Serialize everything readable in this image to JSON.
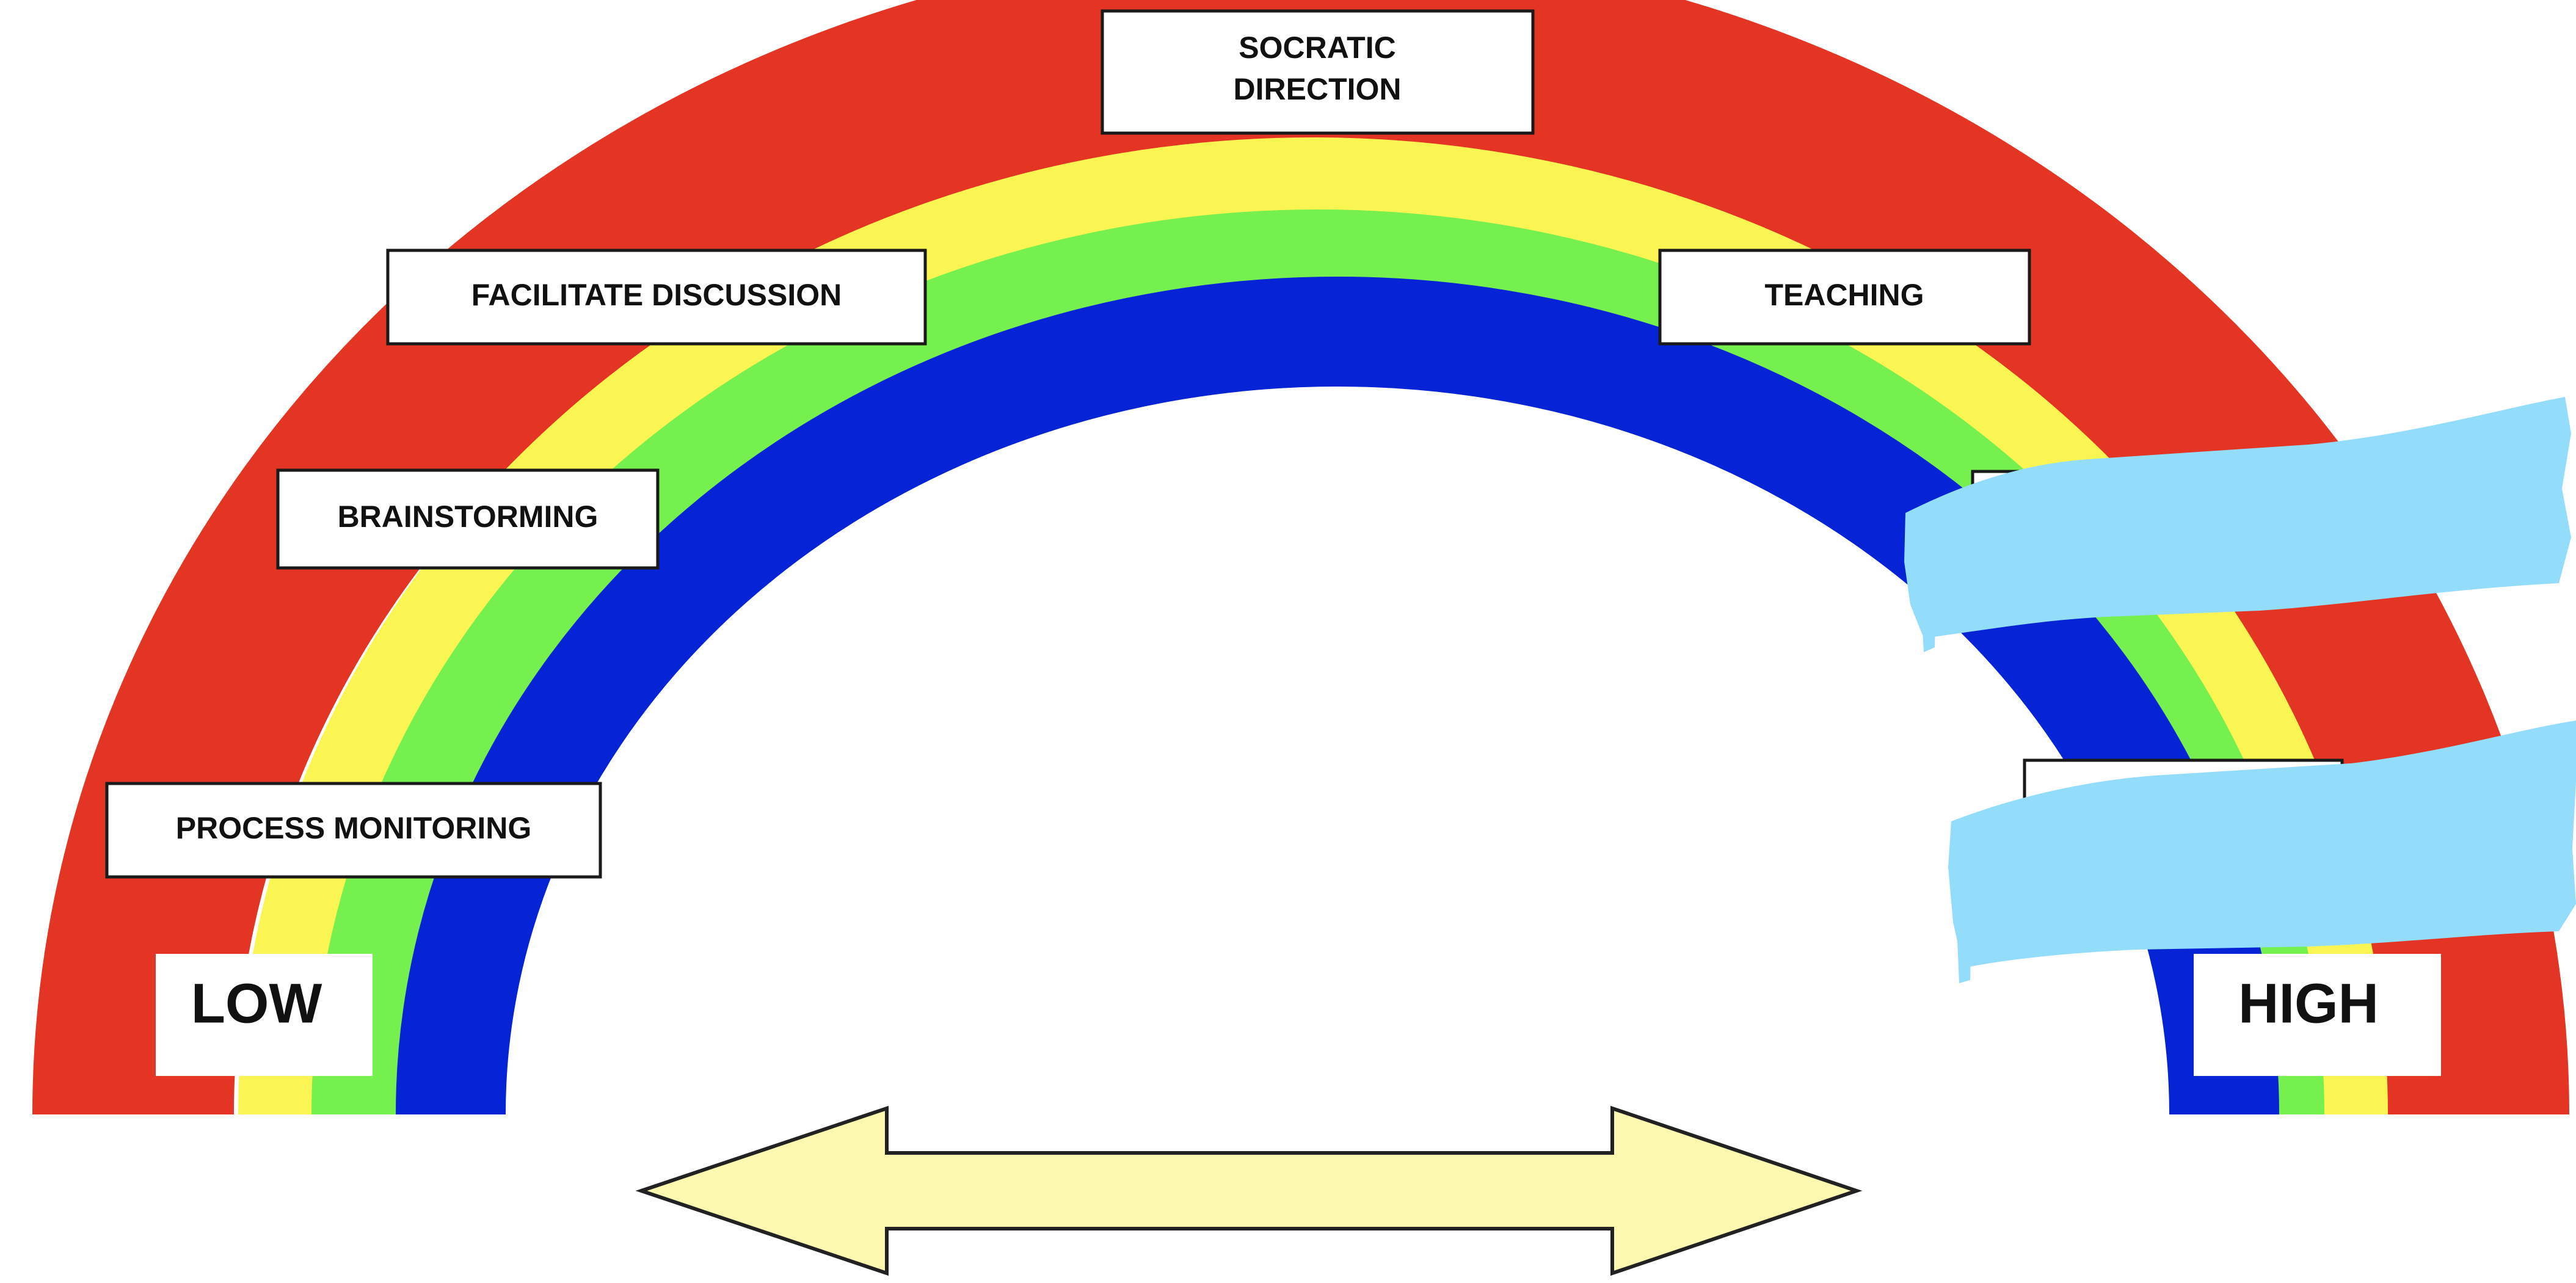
{
  "labels": {
    "socratic_line1": "SOCRATIC",
    "socratic_line2": "DIRECTION",
    "facilitate": "FACILITATE DISCUSSION",
    "teaching": "TEACHING",
    "brainstorming": "BRAINSTORMING",
    "process_monitoring": "PROCESS MONITORING"
  },
  "scale": {
    "low": "LOW",
    "high": "HIGH"
  },
  "colors": {
    "band_outer": "#e43424",
    "band_2": "#fbf553",
    "band_3": "#76f04f",
    "band_inner": "#0623d6",
    "arrow_fill": "#fef9b0",
    "redaction_paint": "#93ddfb"
  }
}
